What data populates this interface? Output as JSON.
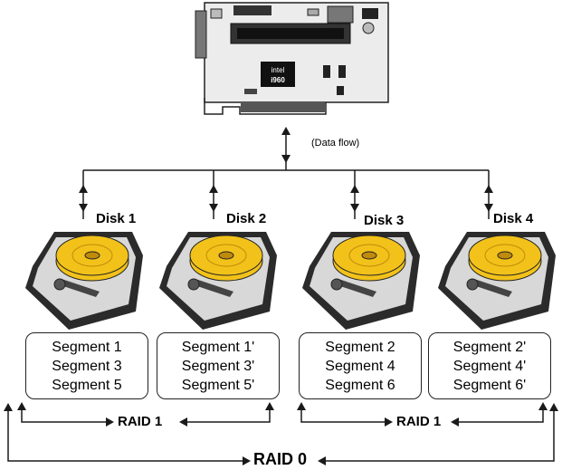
{
  "controller": {
    "chip_brand": "intel",
    "chip_model": "i960"
  },
  "data_flow_label": "(Data flow)",
  "disks": [
    {
      "label": "Disk 1",
      "segments": [
        "Segment 1",
        "Segment 3",
        "Segment 5"
      ]
    },
    {
      "label": "Disk 2",
      "segments": [
        "Segment 1'",
        "Segment 3'",
        "Segment 5'"
      ]
    },
    {
      "label": "Disk 3",
      "segments": [
        "Segment 2",
        "Segment 4",
        "Segment 6"
      ]
    },
    {
      "label": "Disk 4",
      "segments": [
        "Segment 2'",
        "Segment 4'",
        "Segment 6'"
      ]
    }
  ],
  "raid1_labels": [
    "RAID 1",
    "RAID 1"
  ],
  "raid0_label": "RAID 0",
  "colors": {
    "line": "#1a1a1a",
    "platter": "#f2c21a",
    "platter_dark": "#c08a0a",
    "drive_body": "#2b2b2b",
    "board": "#e9e9e9"
  }
}
